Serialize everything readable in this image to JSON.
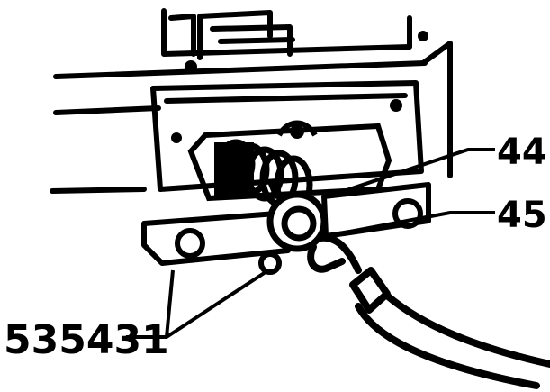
{
  "callouts": {
    "part_44": "44",
    "part_45": "45",
    "tool_number": "535431"
  },
  "colors": {
    "ink": "#000000",
    "paper": "#ffffff"
  }
}
